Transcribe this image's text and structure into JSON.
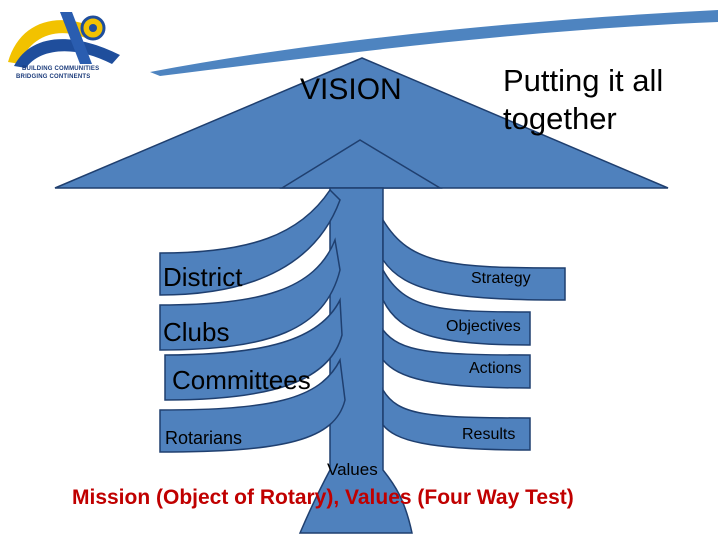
{
  "header": {
    "logo_line1": "BUILDING COMMUNITIES",
    "logo_line2": "BRIDGING CONTINENTS"
  },
  "diagram": {
    "vision": "VISION",
    "title_line1": "Putting it all",
    "title_line2": "together",
    "levels": [
      "District",
      "Clubs",
      "Committees",
      "Rotarians"
    ],
    "stages": [
      "Strategy",
      "Objectives",
      "Actions",
      "Results"
    ],
    "base": "Values",
    "footer": "Mission (Object of Rotary), Values (Four Way Test)"
  },
  "colors": {
    "arrow_fill": "#4f81bd",
    "arrow_stroke": "#1f3f6f",
    "footer": "#c00000",
    "swoosh": "#2f6fb5"
  }
}
